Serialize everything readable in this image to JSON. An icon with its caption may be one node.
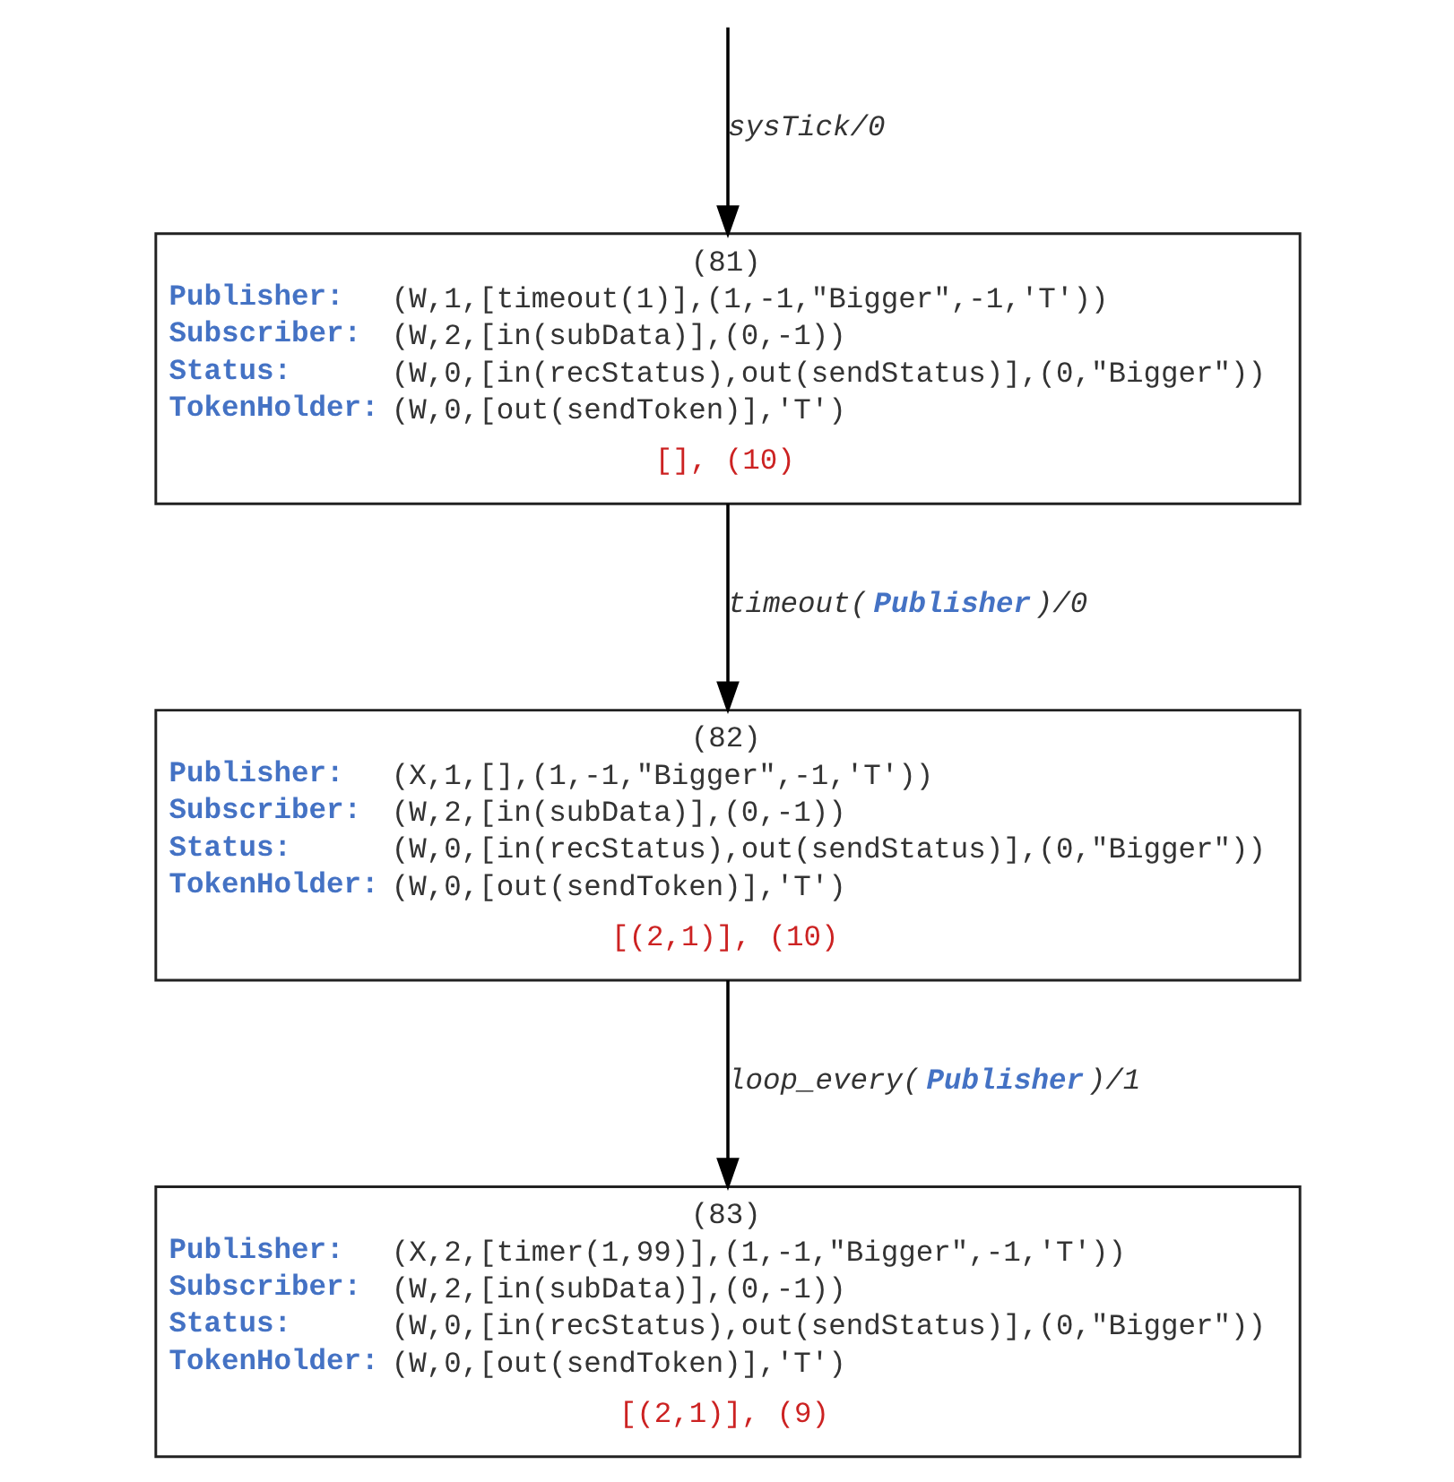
{
  "diagram": {
    "nodes": [
      {
        "text": [
          "(81)",
          "Publisher:",
          "(W,1,[timeout(1)],(1,-1,\"Bigger\",-1,'T'))",
          "Subscriber:",
          "(W,2,[in(subData)],(0,-1))",
          "Status:",
          "(W,0,[in(recStatus),out(sendStatus)],(0,\"Bigger\"))",
          "TokenHolder:",
          "(W,0,[out(sendToken)],'T')",
          "[], (10)"
        ]
      },
      {
        "text": [
          "(82)",
          "Publisher:",
          "(X,1,[],(1,-1,\"Bigger\",-1,'T'))",
          "Subscriber:",
          "(W,2,[in(subData)],(0,-1))",
          "Status:",
          "(W,0,[in(recStatus),out(sendStatus)],(0,\"Bigger\"))",
          "TokenHolder:",
          "(W,0,[out(sendToken)],'T')",
          "[(2,1)], (10)"
        ]
      },
      {
        "text": [
          "(83)",
          "Publisher:",
          "(X,2,[timer(1,99)],(1,-1,\"Bigger\",-1,'T'))",
          "Subscriber:",
          "(W,2,[in(subData)],(0,-1))",
          "Status:",
          "(W,0,[in(recStatus),out(sendStatus)],(0,\"Bigger\"))",
          "TokenHolder:",
          "(W,0,[out(sendToken)],'T')",
          "[(2,1)], (9)"
        ]
      }
    ],
    "edges": [
      {
        "from": null,
        "to": 0,
        "arrow": "to",
        "label": "sysTick/0"
      },
      {
        "from": 0,
        "to": 1,
        "arrow": "to",
        "label": "timeout(**Publisher**)/0"
      },
      {
        "from": 1,
        "to": 2,
        "arrow": "to",
        "label": "loop_every(**Publisher**)/1"
      }
    ]
  }
}
